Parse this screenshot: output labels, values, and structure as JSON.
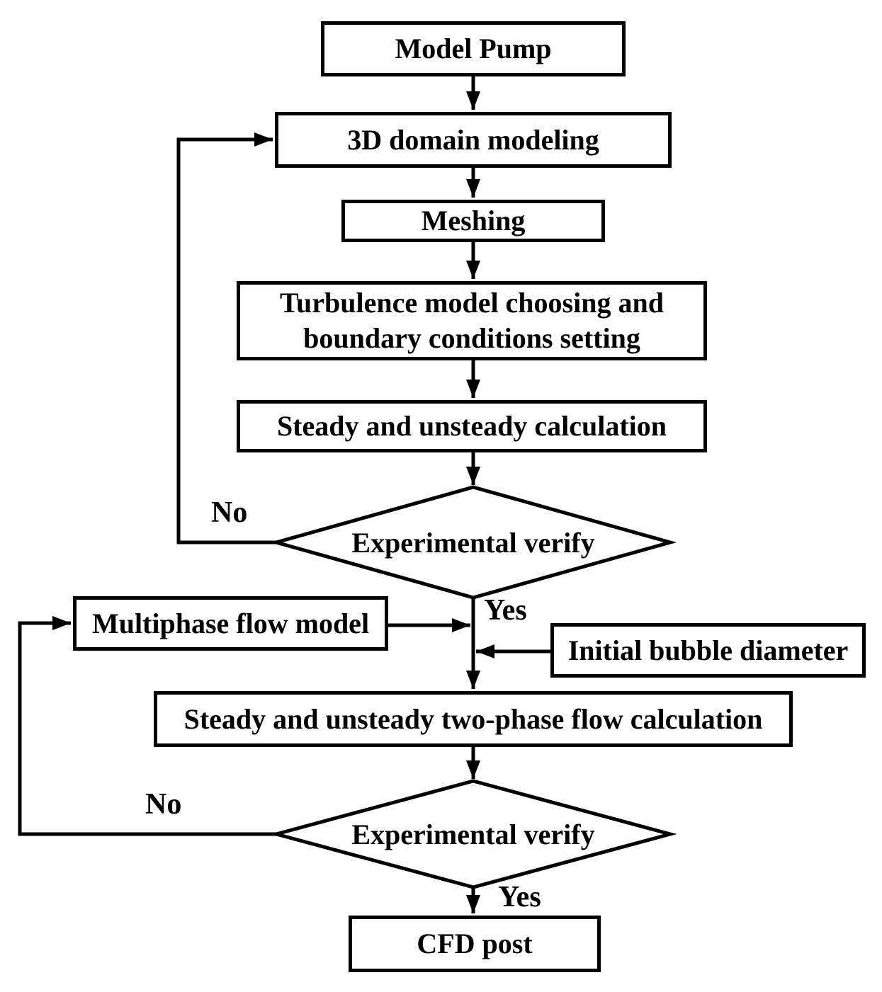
{
  "figure": {
    "background": "#ffffff",
    "ink": "#000000",
    "description": "CFD simulation workflow flowchart"
  },
  "nodes": {
    "model_pump": {
      "label": "Model Pump"
    },
    "domain_modeling": {
      "label": "3D domain modeling"
    },
    "meshing": {
      "label": "Meshing"
    },
    "turbulence_setup": {
      "label": "Turbulence model choosing and boundary conditions setting"
    },
    "steady_calculation": {
      "label": "Steady and unsteady calculation"
    },
    "verify_1": {
      "label": "Experimental verify"
    },
    "multiphase_model": {
      "label": "Multiphase flow model"
    },
    "initial_bubble": {
      "label": "Initial bubble diameter"
    },
    "two_phase_calculation": {
      "label": "Steady and unsteady two-phase flow calculation"
    },
    "verify_2": {
      "label": "Experimental verify"
    },
    "cfd_post": {
      "label": "CFD post"
    }
  },
  "edge_labels": {
    "verify1_no": "No",
    "verify1_yes": "Yes",
    "verify2_no": "No",
    "verify2_yes": "Yes"
  }
}
